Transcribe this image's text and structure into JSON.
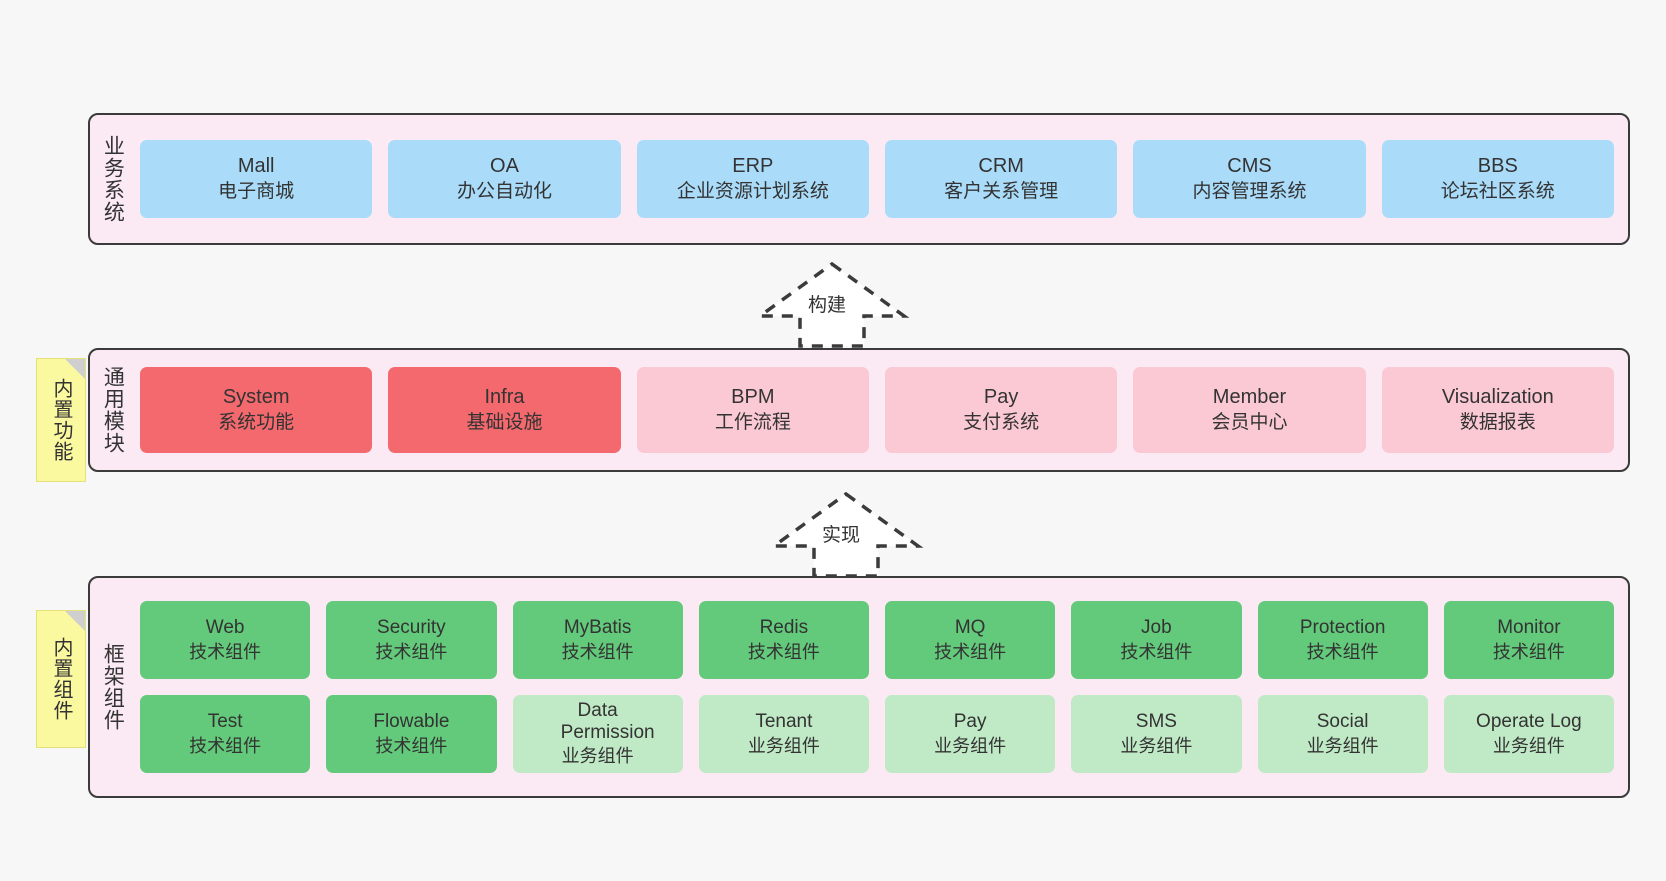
{
  "diagram": {
    "background_color": "#f7f7f7",
    "panel_color": "#fbeaf4",
    "panel_border_color": "#3b3b3b",
    "sticky_color": "#fbf9a0"
  },
  "layers": [
    {
      "id": "business-system",
      "title": "业务系统",
      "sticky": null,
      "rows": [
        [
          {
            "en": "Mall",
            "cn": "电子商城",
            "color": "#aadcfa"
          },
          {
            "en": "OA",
            "cn": "办公自动化",
            "color": "#aadcfa"
          },
          {
            "en": "ERP",
            "cn": "企业资源计划系统",
            "color": "#aadcfa"
          },
          {
            "en": "CRM",
            "cn": "客户关系管理",
            "color": "#aadcfa"
          },
          {
            "en": "CMS",
            "cn": "内容管理系统",
            "color": "#aadcfa"
          },
          {
            "en": "BBS",
            "cn": "论坛社区系统",
            "color": "#aadcfa"
          }
        ]
      ]
    },
    {
      "id": "common-module",
      "title": "通用模块",
      "sticky": "内置功能",
      "rows": [
        [
          {
            "en": "System",
            "cn": "系统功能",
            "color": "#f4696e"
          },
          {
            "en": "Infra",
            "cn": "基础设施",
            "color": "#f4696e"
          },
          {
            "en": "BPM",
            "cn": "工作流程",
            "color": "#fbc9d4"
          },
          {
            "en": "Pay",
            "cn": "支付系统",
            "color": "#fbc9d4"
          },
          {
            "en": "Member",
            "cn": "会员中心",
            "color": "#fbc9d4"
          },
          {
            "en": "Visualization",
            "cn": "数据报表",
            "color": "#fbc9d4"
          }
        ]
      ]
    },
    {
      "id": "framework-component",
      "title": "框架组件",
      "sticky": "内置组件",
      "rows": [
        [
          {
            "en": "Web",
            "cn": "技术组件",
            "color": "#63ca7b"
          },
          {
            "en": "Security",
            "cn": "技术组件",
            "color": "#63ca7b"
          },
          {
            "en": "MyBatis",
            "cn": "技术组件",
            "color": "#63ca7b"
          },
          {
            "en": "Redis",
            "cn": "技术组件",
            "color": "#63ca7b"
          },
          {
            "en": "MQ",
            "cn": "技术组件",
            "color": "#63ca7b"
          },
          {
            "en": "Job",
            "cn": "技术组件",
            "color": "#63ca7b"
          },
          {
            "en": "Protection",
            "cn": "技术组件",
            "color": "#63ca7b"
          },
          {
            "en": "Monitor",
            "cn": "技术组件",
            "color": "#63ca7b"
          }
        ],
        [
          {
            "en": "Test",
            "cn": "技术组件",
            "color": "#63ca7b"
          },
          {
            "en": "Flowable",
            "cn": "技术组件",
            "color": "#63ca7b"
          },
          {
            "en": "Data Permission",
            "cn": "业务组件",
            "color": "#c0e9c6"
          },
          {
            "en": "Tenant",
            "cn": "业务组件",
            "color": "#c0e9c6"
          },
          {
            "en": "Pay",
            "cn": "业务组件",
            "color": "#c0e9c6"
          },
          {
            "en": "SMS",
            "cn": "业务组件",
            "color": "#c0e9c6"
          },
          {
            "en": "Social",
            "cn": "业务组件",
            "color": "#c0e9c6"
          },
          {
            "en": "Operate Log",
            "cn": "业务组件",
            "color": "#c0e9c6"
          }
        ]
      ]
    }
  ],
  "connectors": [
    {
      "id": "build",
      "label": "构建"
    },
    {
      "id": "implement",
      "label": "实现"
    }
  ]
}
